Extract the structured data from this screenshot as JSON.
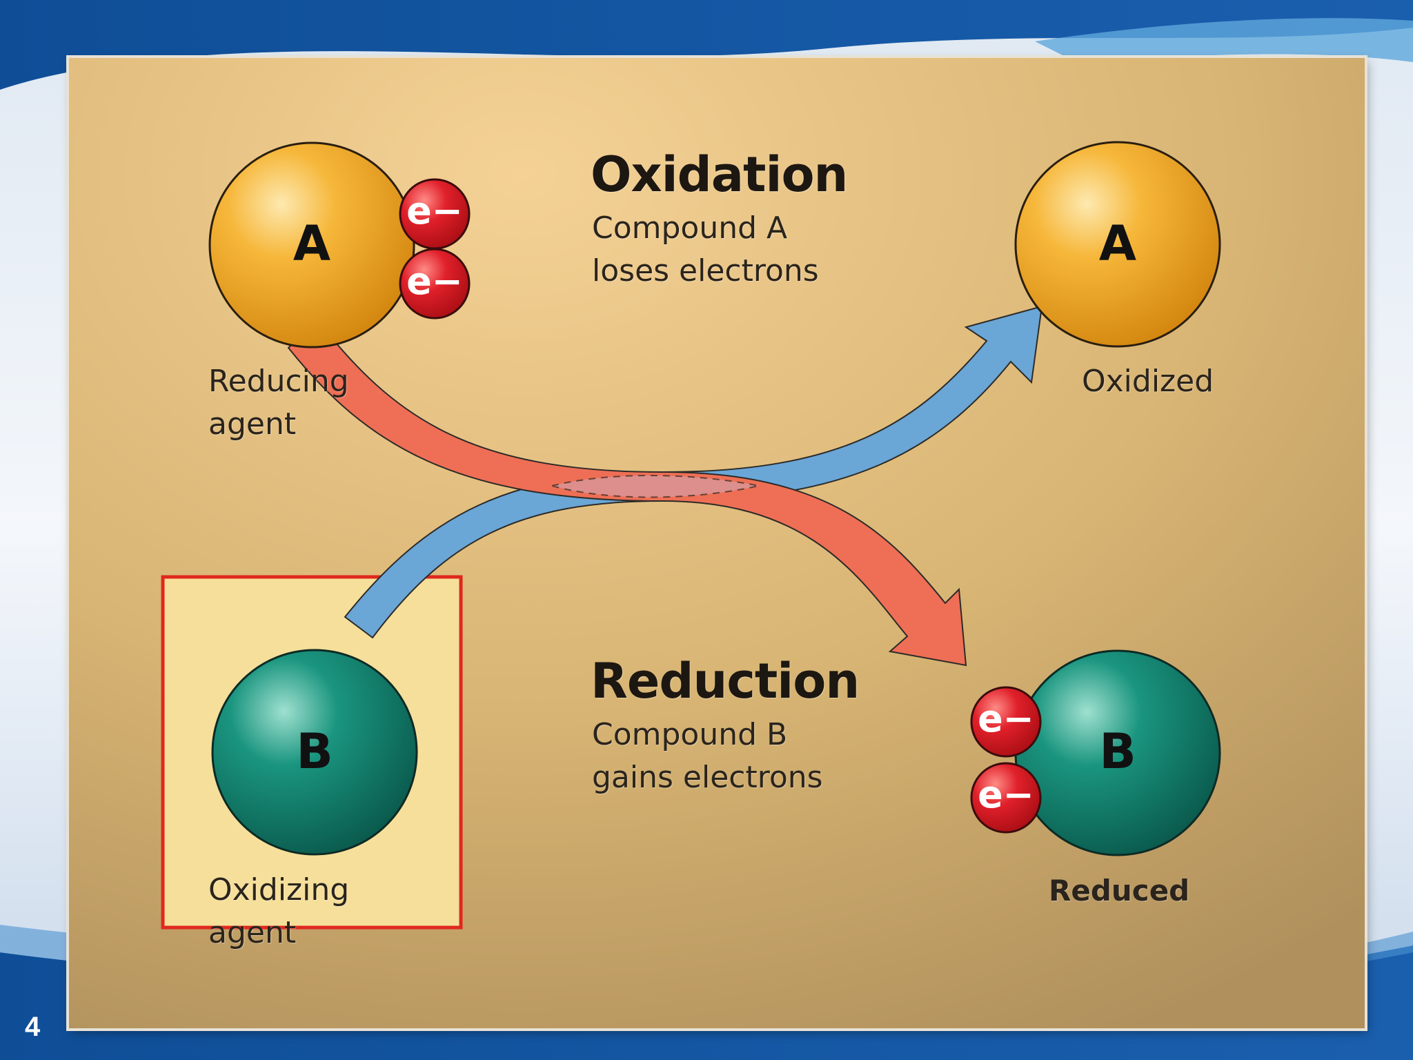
{
  "slide": {
    "number": "4"
  },
  "diagram": {
    "oxidation": {
      "heading": "Oxidation",
      "line1": "Compound A",
      "line2": "loses electrons"
    },
    "reduction": {
      "heading": "Reduction",
      "line1": "Compound B",
      "line2": "gains electrons"
    },
    "atoms": {
      "a_left": "A",
      "a_right": "A",
      "b_left": "B",
      "b_right": "B"
    },
    "electron": "e−",
    "labels": {
      "reducing_line1": "Reducing",
      "reducing_line2": "agent",
      "oxidized": "Oxidized",
      "oxidizing_line1": "Oxidizing",
      "oxidizing_line2": "agent",
      "reduced": "Reduced"
    }
  },
  "colors": {
    "slide_blue": "#14539c",
    "panel_tan": "#d8b574",
    "atom_a": "#f0a21c",
    "atom_b": "#0f7a6a",
    "electron": "#d3131c",
    "arrow_oxidation": "#ee6f55",
    "arrow_reduction": "#6aa6d6",
    "highlight_box": "#f5df9a",
    "highlight_border": "#e0281e"
  }
}
